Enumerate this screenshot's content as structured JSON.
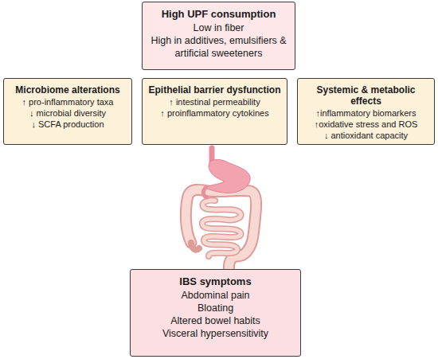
{
  "diagram": {
    "nodes": [
      {
        "text": [
          "High UPF consumption",
          "Low in fiber",
          "High in additives, emulsifiers & artificial sweeteners"
        ]
      },
      {
        "text": [
          "Microbiome alterations",
          "↑ pro-inflammatory taxa",
          "↓ microbial diversity",
          "↓ SCFA production"
        ]
      },
      {
        "text": [
          "Epithelial barrier dysfunction",
          "↑ intestinal permeability",
          "↑ proinflammatory cytokines"
        ]
      },
      {
        "text": [
          "Systemic & metabolic effects",
          "↑inflammatory biomarkers",
          "↑oxidative stress and ROS",
          "↓ antioxidant capacity"
        ]
      },
      {
        "text": [
          "IBS symptoms",
          "Abdominal pain",
          "Bloating",
          "Altered bowel habits",
          "Visceral hypersensitivity"
        ]
      }
    ]
  }
}
